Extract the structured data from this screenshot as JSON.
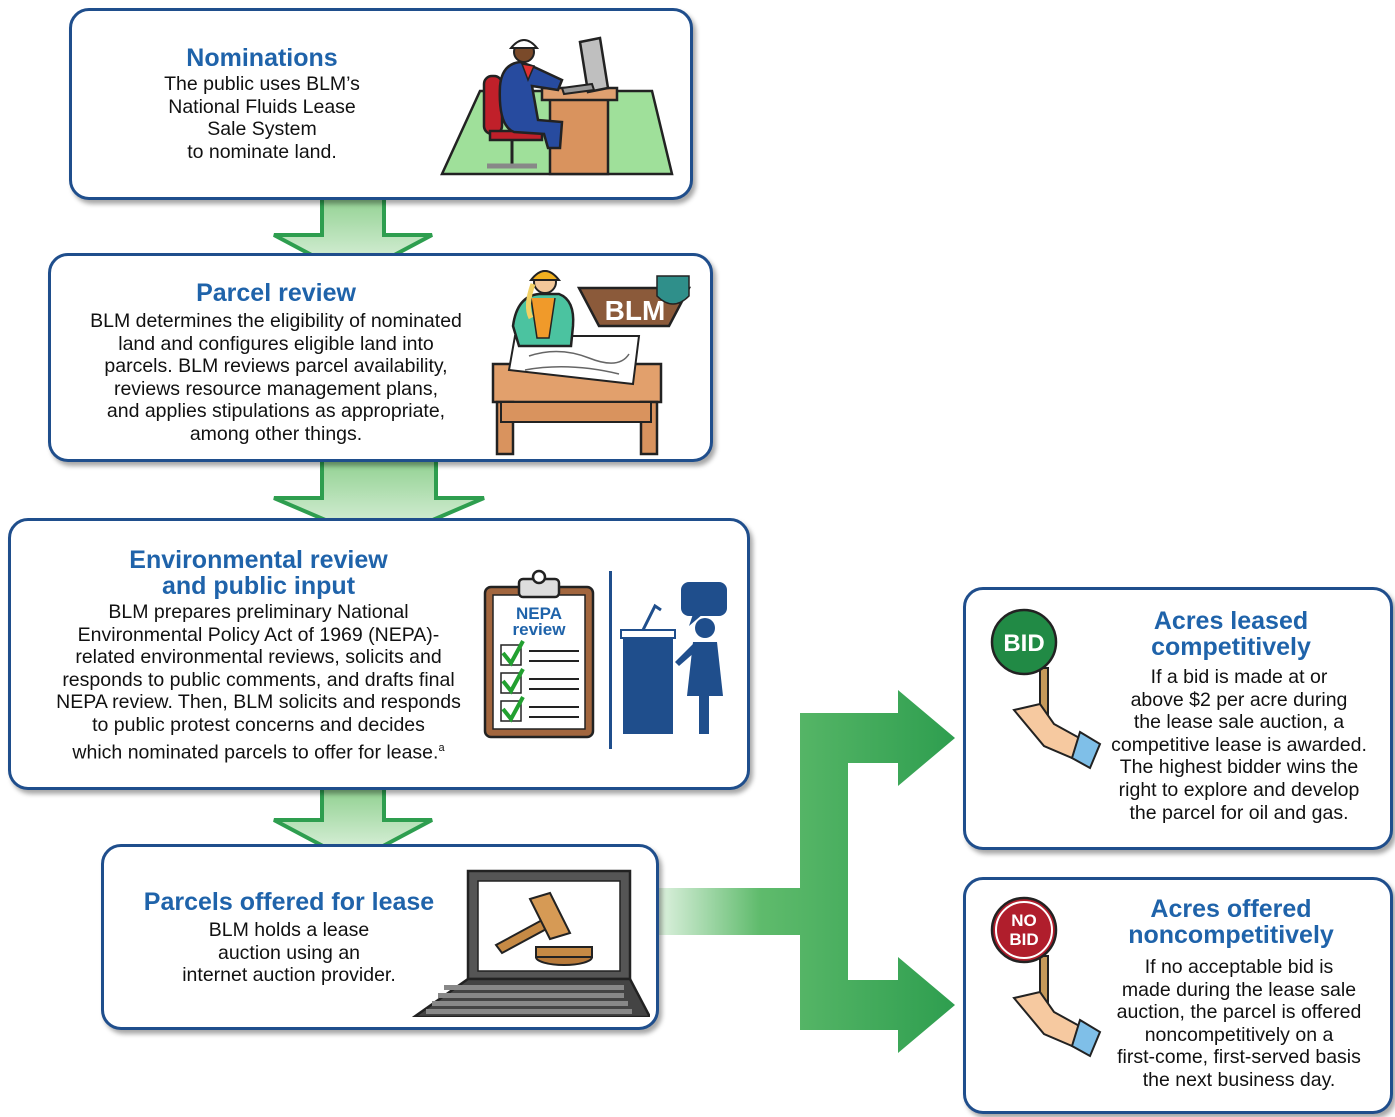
{
  "steps": [
    {
      "title": "Nominations",
      "body": "The public uses BLM’s\nNational Fluids Lease\nSale System\nto nominate land."
    },
    {
      "title": "Parcel review",
      "body": "BLM determines the eligibility of nominated\nland and configures eligible land into\nparcels. BLM reviews parcel availability,\nreviews resource management plans,\nand applies stipulations as appropriate,\namong other things."
    },
    {
      "title": "Environmental review\nand public input",
      "body_before": "BLM prepares preliminary National\nEnvironmental Policy Act of 1969 (NEPA)-\nrelated environmental reviews, solicits and\nresponds to public comments, and drafts final\nNEPA review. Then, BLM solicits and responds\nto public protest concerns and decides\nwhich nominated parcels to offer for lease.",
      "footnote": "a"
    },
    {
      "title": "Parcels offered for lease",
      "body": "BLM holds a lease\nauction using an\ninternet auction provider."
    }
  ],
  "outcomes": [
    {
      "title": "Acres leased\ncompetitively",
      "body": "If a bid is made at or\nabove $2 per acre during\nthe lease sale auction, a\ncompetitive lease is awarded.\nThe highest bidder wins the\nright to explore and develop\nthe parcel for oil and gas.",
      "sign": "BID"
    },
    {
      "title": "Acres offered\nnoncompetitively",
      "body": "If no acceptable bid is\nmade during the lease sale\nauction, the parcel is offered\nnoncompetitively on a\nfirst-come, first-served basis\nthe next business day.",
      "sign_line1": "NO",
      "sign_line2": "BID"
    }
  ],
  "illustrations": {
    "blm_sign": "BLM",
    "clipboard_line1": "NEPA",
    "clipboard_line2": "review"
  },
  "colors": {
    "title_blue": "#1f63aa",
    "border_navy": "#1f4e8c",
    "arrow_green": "#2e9e4f",
    "arrow_fill_light": "#c6e8c8",
    "bid_green": "#218a45",
    "nobid_red": "#b01e2c"
  }
}
